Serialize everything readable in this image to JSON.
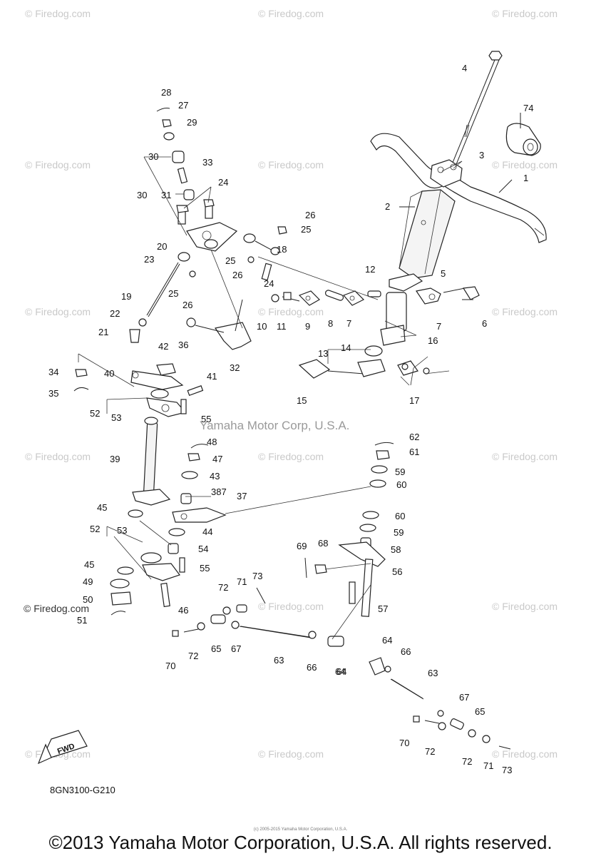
{
  "watermark": "© Firedog.com",
  "watermark_dark": "© Firedog.com",
  "center_credit": "Yamaha Motor Corp, U.S.A.",
  "diagram_code": "8GN3100-G210",
  "fwd_label": "FWD",
  "footer": {
    "tiny": "(c) 2005-2015 Yamaha Motor Corporation, U.S.A.",
    "main": "©2013 Yamaha Motor Corporation, U.S.A. All rights reserved."
  },
  "callouts": [
    "1",
    "2",
    "3",
    "4",
    "5",
    "6",
    "7",
    "7",
    "8",
    "9",
    "10",
    "11",
    "12",
    "13",
    "14",
    "15",
    "16",
    "17",
    "18",
    "19",
    "20",
    "21",
    "22",
    "23",
    "24",
    "24",
    "25",
    "25",
    "25",
    "26",
    "26",
    "26",
    "27",
    "28",
    "29",
    "30",
    "30",
    "31",
    "32",
    "33",
    "34",
    "35",
    "36",
    "37",
    "387",
    "39",
    "40",
    "41",
    "42",
    "43",
    "44",
    "45",
    "45",
    "46",
    "47",
    "48",
    "49",
    "50",
    "51",
    "52",
    "52",
    "53",
    "53",
    "54",
    "55",
    "55",
    "56",
    "57",
    "58",
    "59",
    "59",
    "60",
    "60",
    "61",
    "62",
    "63",
    "63",
    "64",
    "64",
    "64",
    "65",
    "65",
    "66",
    "66",
    "67",
    "67",
    "68",
    "69",
    "70",
    "70",
    "71",
    "71",
    "72",
    "72",
    "72",
    "72",
    "73",
    "73",
    "74"
  ]
}
